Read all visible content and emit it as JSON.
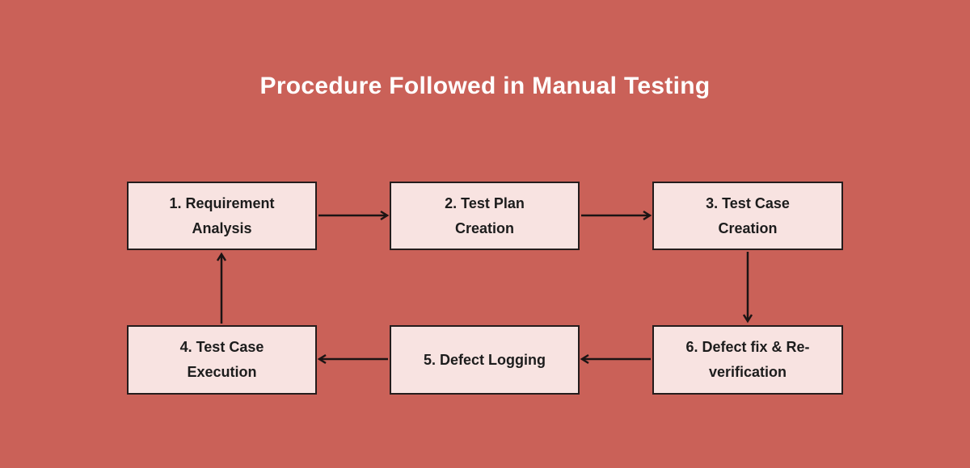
{
  "title": "Procedure Followed in Manual Testing",
  "colors": {
    "background": "#ca6158",
    "box_fill": "#f8e3e1",
    "box_border": "#241c1c",
    "box_text": "#1c1c1c",
    "title_text": "#ffffff",
    "arrow": "#1b1414"
  },
  "nodes": [
    {
      "id": "1",
      "line1": "1. Requirement",
      "line2": "Analysis"
    },
    {
      "id": "2",
      "line1": "2. Test Plan",
      "line2": "Creation"
    },
    {
      "id": "3",
      "line1": "3. Test Case",
      "line2": "Creation"
    },
    {
      "id": "4",
      "line1": "4. Test Case",
      "line2": "Execution"
    },
    {
      "id": "5",
      "line1": "5. Defect Logging",
      "line2": ""
    },
    {
      "id": "6",
      "line1": "6. Defect fix & Re-",
      "line2": "verification"
    }
  ],
  "edges": [
    {
      "from": "1",
      "to": "2",
      "direction": "right"
    },
    {
      "from": "2",
      "to": "3",
      "direction": "right"
    },
    {
      "from": "3",
      "to": "6",
      "direction": "down"
    },
    {
      "from": "6",
      "to": "5",
      "direction": "left"
    },
    {
      "from": "5",
      "to": "4",
      "direction": "left"
    },
    {
      "from": "4",
      "to": "1",
      "direction": "up"
    }
  ]
}
